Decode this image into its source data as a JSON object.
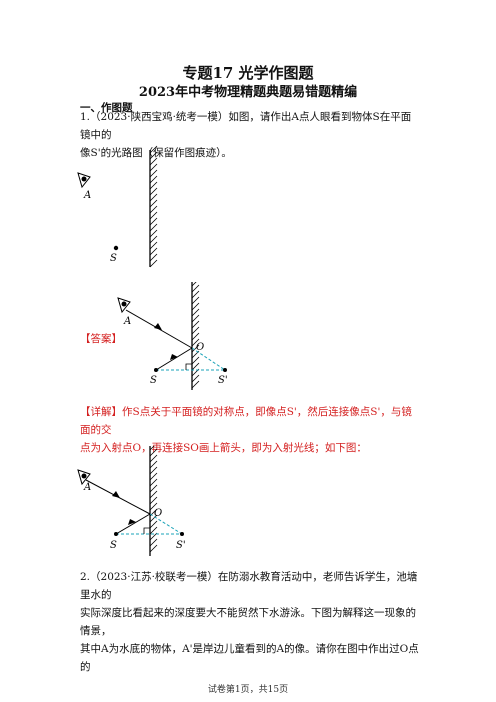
{
  "header": {
    "title": "专题17  光学作图题",
    "subtitle": "2023年中考物理精题典题易错题精编"
  },
  "section1": {
    "label": "一、作图题"
  },
  "q1": {
    "line1": "1.（2023·陕西宝鸡·统考一模）如图，请作出A点人眼看到物体S在平面镜中的",
    "line2": "像S'的光路图（保留作图痕迹）。"
  },
  "answer": {
    "label": "【答案】"
  },
  "detail": {
    "line1_label": "【详解】",
    "line1_text": "作S点关于平面镜的对称点，即像点S'，然后连接像点S'，与镜面的交",
    "line2_text": "点为入射点O，再连接SO画上箭头，即为入射光线；如下图："
  },
  "q2": {
    "line1": "2.（2023·江苏·校联考一模）在防溺水教育活动中，老师告诉学生，池塘里水的",
    "line2": "实际深度比看起来的深度要大不能贸然下水游泳。下图为解释这一现象的情景，",
    "line3": "其中A为水底的物体，A'是岸边儿童看到的A的像。请你在图中作出过O点的"
  },
  "figure_labels": {
    "A": "A",
    "S": "S",
    "S_prime": "S'",
    "O": "O"
  },
  "footer": {
    "text": "试卷第1页，共15页"
  }
}
